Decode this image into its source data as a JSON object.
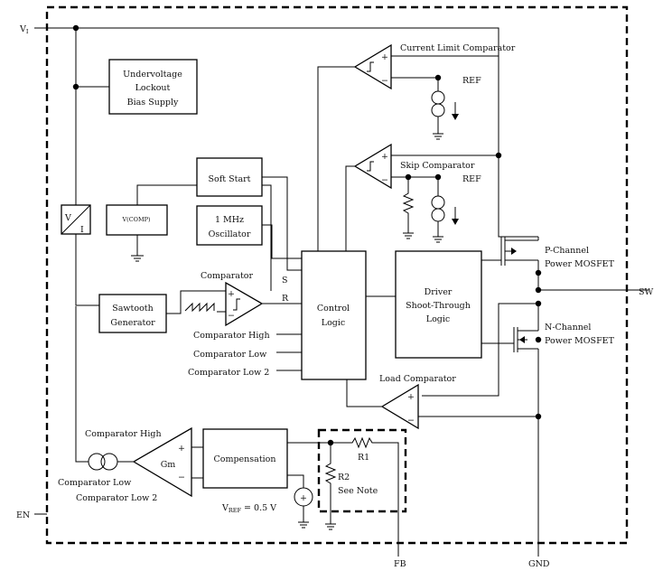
{
  "pins": {
    "vi": "V",
    "vi_sub": "I",
    "en": "EN",
    "sw": "SW",
    "fb": "FB",
    "gnd": "GND"
  },
  "blocks": {
    "uvlo": [
      "Undervoltage",
      "Lockout",
      "Bias Supply"
    ],
    "vi_top": "V",
    "vi_bot": "I",
    "vcomp": "V(COMP)",
    "soft_start": "Soft Start",
    "osc": [
      "1 MHz",
      "Oscillator"
    ],
    "sawtooth": [
      "Sawtooth",
      "Generator"
    ],
    "control": [
      "Control",
      "Logic"
    ],
    "driver": [
      "Driver",
      "Shoot-Through",
      "Logic"
    ],
    "compensation": "Compensation",
    "gm": "Gm"
  },
  "labels": {
    "current_limit": "Current Limit Comparator",
    "skip": "Skip Comparator",
    "ref1": "REF",
    "ref2": "REF",
    "comparator": "Comparator",
    "s": "S",
    "r": "R",
    "cmp_high": "Comparator High",
    "cmp_low": "Comparator Low",
    "cmp_low2": "Comparator Low 2",
    "load_cmp": "Load Comparator",
    "pch": [
      "P-Channel",
      "Power MOSFET"
    ],
    "nch": [
      "N-Channel",
      "Power MOSFET"
    ],
    "gm_high": "Comparator High",
    "gm_low": "Comparator Low",
    "gm_low2": "Comparator Low 2",
    "vref": "V",
    "vref_sub": "REF",
    "vref_val": " = 0.5 V",
    "r1": "R1",
    "r2": "R2",
    "see_note": "See Note",
    "plus": "+",
    "minus": "−"
  }
}
